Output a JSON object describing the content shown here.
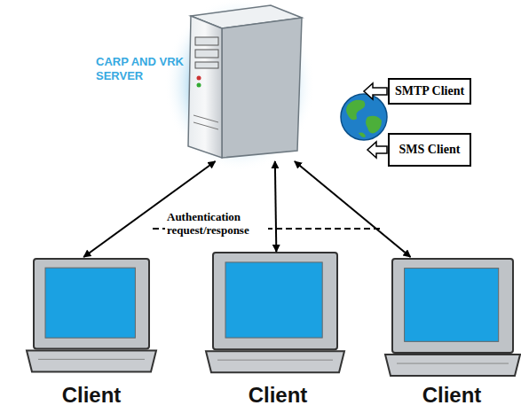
{
  "diagram": {
    "nodes": [
      {
        "text": [
          "CARP AND VRK SERVER"
        ]
      },
      {
        "text": [
          "SMTP Client"
        ]
      },
      {
        "text": [
          "SMS Client"
        ]
      },
      {
        "text": [
          "Client"
        ]
      },
      {
        "text": [
          "Client"
        ]
      },
      {
        "text": [
          "Client"
        ]
      }
    ],
    "edges": [
      {
        "from": 0,
        "to": 3,
        "arrow": "both"
      },
      {
        "from": 0,
        "to": 4,
        "arrow": "both"
      },
      {
        "from": 0,
        "to": 5,
        "arrow": "both"
      }
    ],
    "labels": [
      "Authentication request/response"
    ]
  }
}
